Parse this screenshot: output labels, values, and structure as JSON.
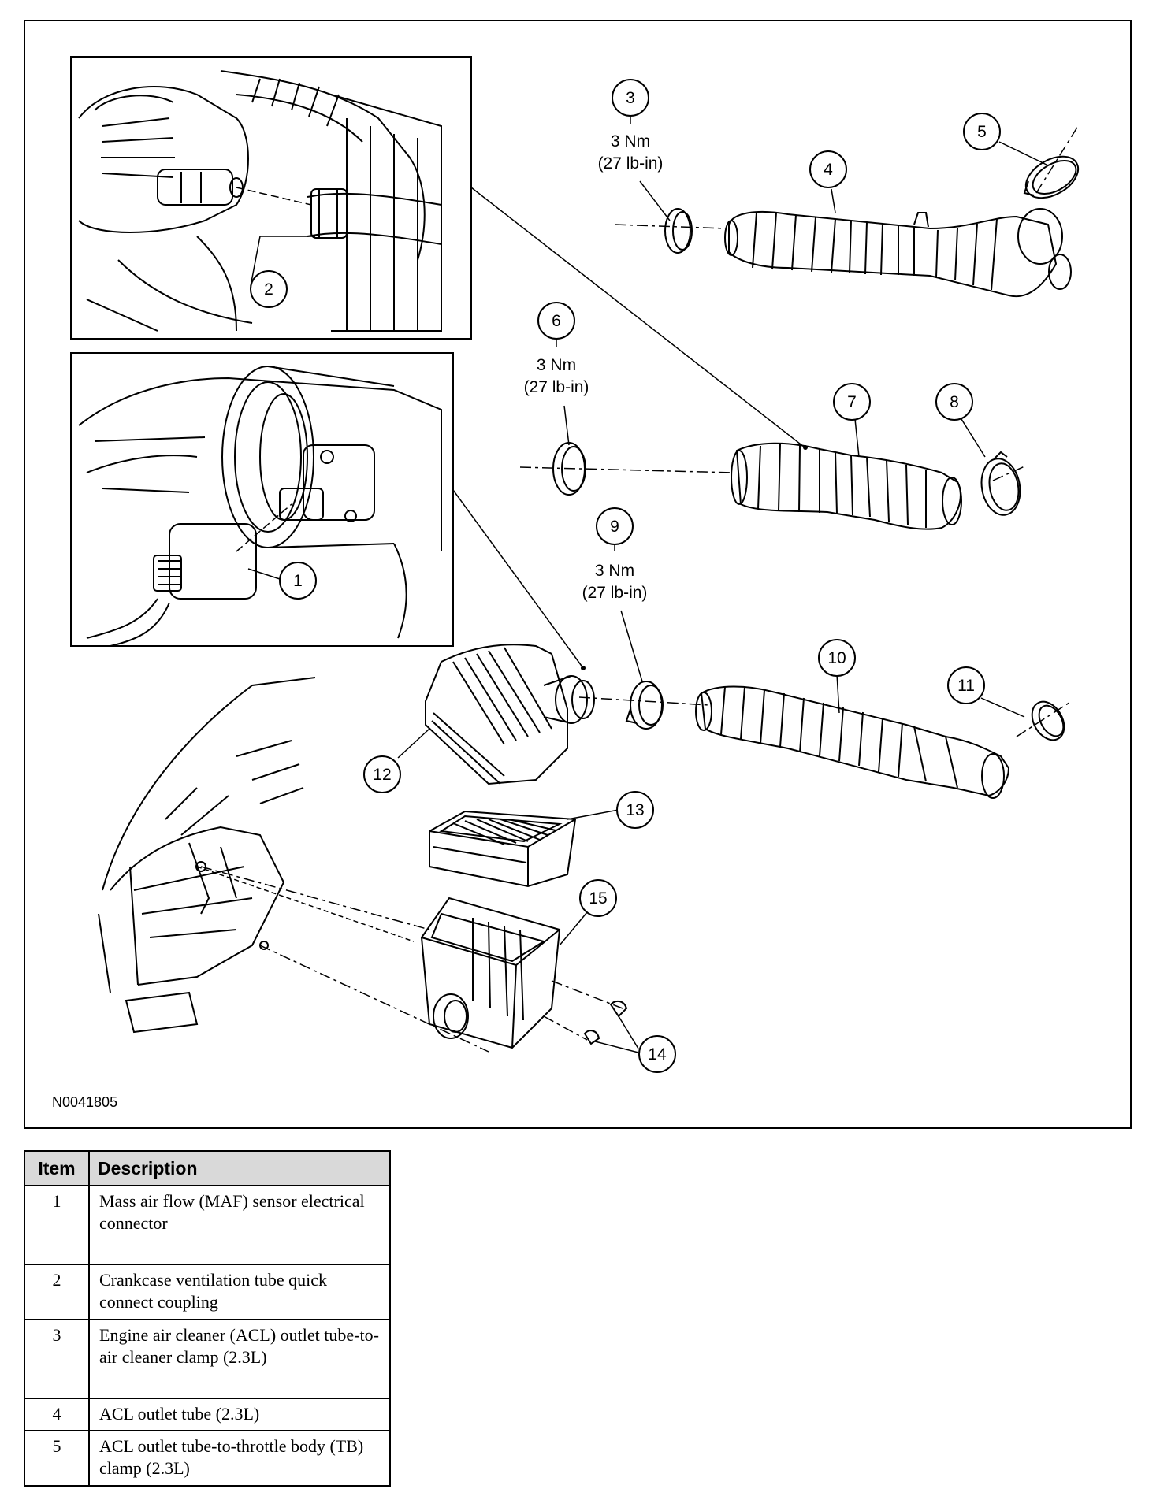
{
  "diagram": {
    "reference_code": "N0041805",
    "callouts": [
      "1",
      "2",
      "3",
      "4",
      "5",
      "6",
      "7",
      "8",
      "9",
      "10",
      "11",
      "12",
      "13",
      "14",
      "15"
    ],
    "torque_specs": {
      "item_3": {
        "nm": "3 Nm",
        "lbin": "(27 lb-in)"
      },
      "item_6": {
        "nm": "3 Nm",
        "lbin": "(27 lb-in)"
      },
      "item_9": {
        "nm": "3 Nm",
        "lbin": "(27 lb-in)"
      }
    }
  },
  "legend": {
    "headers": {
      "item": "Item",
      "description": "Description"
    },
    "rows": [
      {
        "item": "1",
        "description": "Mass air flow (MAF) sensor electrical connector"
      },
      {
        "item": "2",
        "description": "Crankcase ventilation tube quick connect coupling"
      },
      {
        "item": "3",
        "description": "Engine air cleaner (ACL) outlet tube-to-air cleaner clamp (2.3L)"
      },
      {
        "item": "4",
        "description": "ACL outlet tube (2.3L)"
      },
      {
        "item": "5",
        "description": "ACL outlet tube-to-throttle body (TB) clamp (2.3L)"
      }
    ]
  }
}
